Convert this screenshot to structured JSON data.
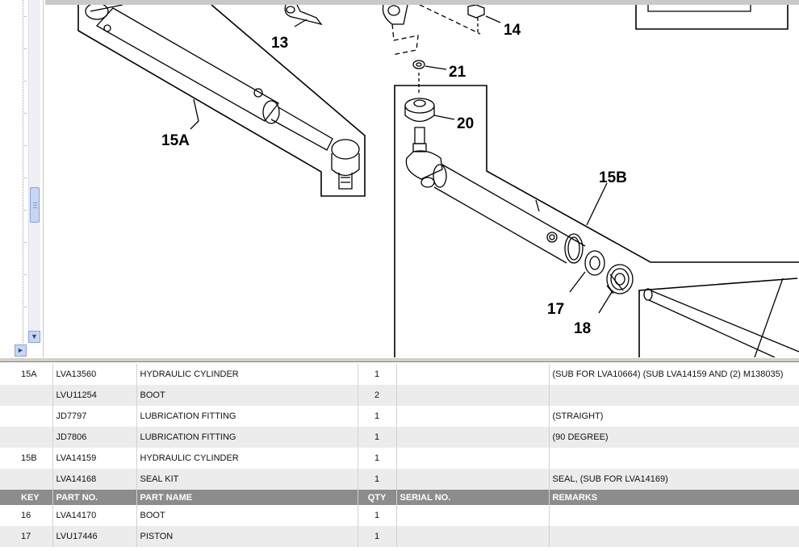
{
  "diagram": {
    "callouts": [
      {
        "id": "13",
        "label": "13"
      },
      {
        "id": "14",
        "label": "14"
      },
      {
        "id": "21",
        "label": "21"
      },
      {
        "id": "20",
        "label": "20"
      },
      {
        "id": "15A",
        "label": "15A"
      },
      {
        "id": "15B",
        "label": "15B"
      },
      {
        "id": "17",
        "label": "17"
      },
      {
        "id": "18",
        "label": "18"
      }
    ]
  },
  "table": {
    "header": {
      "key": "KEY",
      "part_no": "PART NO.",
      "part_name": "PART NAME",
      "qty": "QTY",
      "serial_no": "SERIAL NO.",
      "remarks": "REMARKS"
    },
    "rows_above": [
      {
        "key": "15A",
        "part_no": "LVA13560",
        "part_name": "HYDRAULIC CYLINDER",
        "qty": "1",
        "serial_no": "",
        "remarks": "(SUB FOR LVA10664) (SUB LVA14159 AND (2) M138035)"
      },
      {
        "key": "",
        "part_no": "LVU11254",
        "part_name": "BOOT",
        "qty": "2",
        "serial_no": "",
        "remarks": ""
      },
      {
        "key": "",
        "part_no": "JD7797",
        "part_name": "LUBRICATION FITTING",
        "qty": "1",
        "serial_no": "",
        "remarks": "(STRAIGHT)"
      },
      {
        "key": "",
        "part_no": "JD7806",
        "part_name": "LUBRICATION FITTING",
        "qty": "1",
        "serial_no": "",
        "remarks": "(90 DEGREE)"
      },
      {
        "key": "15B",
        "part_no": "LVA14159",
        "part_name": "HYDRAULIC CYLINDER",
        "qty": "1",
        "serial_no": "",
        "remarks": ""
      },
      {
        "key": "",
        "part_no": "LVA14168",
        "part_name": "SEAL KIT",
        "qty": "1",
        "serial_no": "",
        "remarks": "SEAL, (SUB FOR LVA14169)"
      }
    ],
    "rows_below": [
      {
        "key": "16",
        "part_no": "LVA14170",
        "part_name": "BOOT",
        "qty": "1",
        "serial_no": "",
        "remarks": ""
      },
      {
        "key": "17",
        "part_no": "LVU17446",
        "part_name": "PISTON",
        "qty": "1",
        "serial_no": "",
        "remarks": ""
      }
    ]
  },
  "icons": {
    "scroll_down": "chevron-down-icon",
    "scroll_right": "chevron-right-icon"
  },
  "colors": {
    "header_bg": "#8c8c8c",
    "row_alt_bg": "#ececec",
    "scroll_accent": "#c7d6f2"
  }
}
